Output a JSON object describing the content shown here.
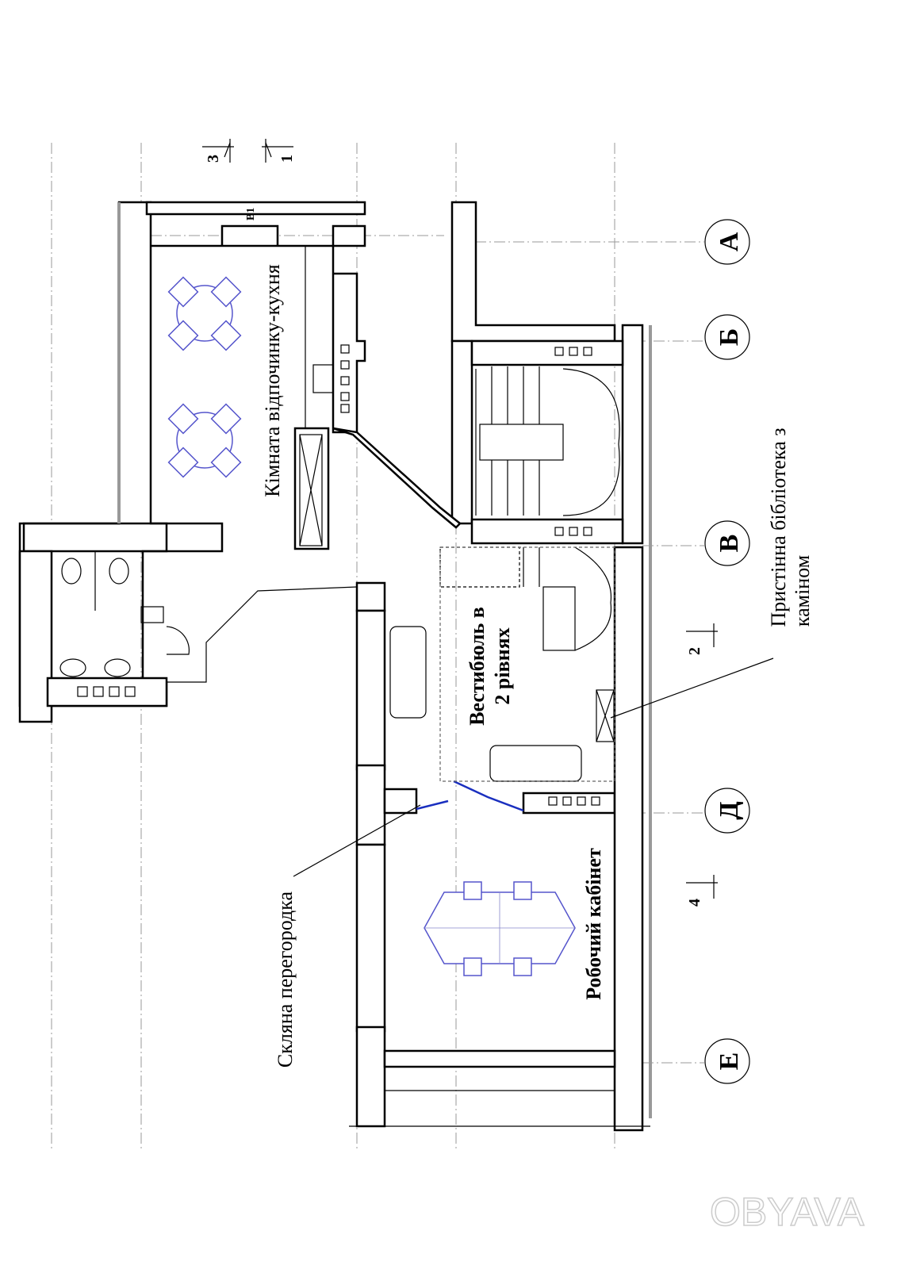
{
  "rooms": {
    "kitchen": "Кімната відпочинку-кухня",
    "vestibule_line1": "Вестибюль в",
    "vestibule_line2": "2 рівнях",
    "office": "Робочий кабінет"
  },
  "annotations": {
    "glass_partition": "Скляна перегородка",
    "library_line1": "Пристінна бібліотека з",
    "library_line2": "каміном",
    "window_tag": "В1"
  },
  "axes": [
    "А",
    "Б",
    "В",
    "Д",
    "Е"
  ],
  "sections": [
    "3",
    "1",
    "2",
    "4"
  ],
  "watermark": "OBYAVA",
  "colors": {
    "furniture": "#5555cc",
    "partition": "#1a2fbf"
  }
}
